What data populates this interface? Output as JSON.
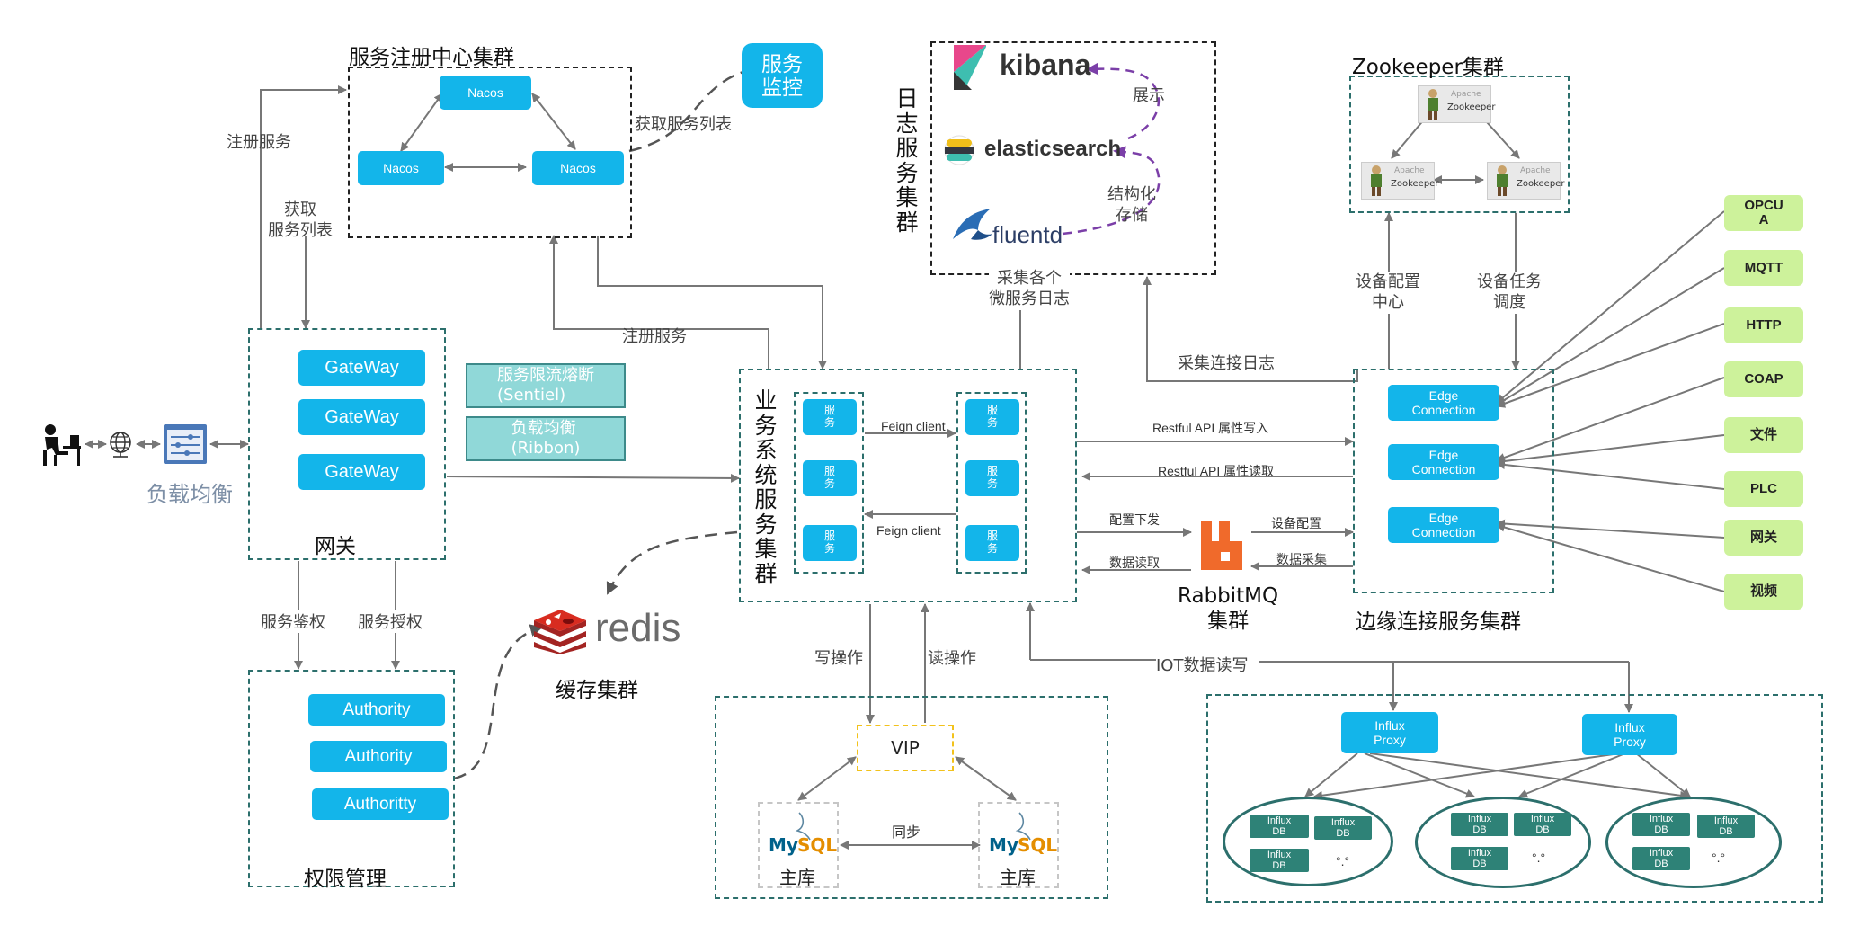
{
  "registry": {
    "title": "服务注册中心集群",
    "nodes": [
      "Nacos",
      "Nacos",
      "Nacos"
    ]
  },
  "monitor": {
    "label": "服务\n监控"
  },
  "log_cluster": {
    "title": "日志服务集群",
    "kibana": "kibana",
    "elasticsearch": "elasticsearch",
    "fluentd": "fluentd",
    "show_label": "展示",
    "store_label": "结构化\n存储"
  },
  "zookeeper": {
    "title": "Zookeeper集群",
    "node_label_top": "Apache",
    "node_label": "Zookeeper"
  },
  "gateway": {
    "title": "网关",
    "nodes": [
      "GateWay",
      "GateWay",
      "GateWay"
    ]
  },
  "lb": {
    "label": "负载均衡"
  },
  "policies": {
    "sentinel": "服务限流熔断\n(Sentiel)",
    "ribbon": "负载均衡\n(Ribbon)"
  },
  "business": {
    "title": "业务系统服务集群",
    "service_label": "服\n务",
    "feign1": "Feign client",
    "feign2": "Feign client"
  },
  "authority": {
    "title": "权限管理",
    "nodes": [
      "Authority",
      "Authority",
      "Authoritty"
    ]
  },
  "redis": {
    "logo": "redis",
    "label": "缓存集群"
  },
  "rabbitmq": {
    "title": "RabbitMQ\n集群"
  },
  "edge": {
    "title": "边缘连接服务集群",
    "nodes": [
      "Edge\nConnection",
      "Edge\nConnection",
      "Edge\nConnection"
    ]
  },
  "protocols": [
    "OPCU\nA",
    "MQTT",
    "HTTP",
    "COAP",
    "文件",
    "PLC",
    "网关",
    "视频"
  ],
  "mysql": {
    "vip": "VIP",
    "logo_my": "My",
    "logo_sql": "SQL",
    "master1": "主库",
    "master2": "主库",
    "sync": "同步"
  },
  "influx": {
    "proxy": "Influx\nProxy",
    "db": "Influx\nDB",
    "dots": "°.°"
  },
  "edge_labels": {
    "register_left": "注册服务",
    "get_list_left": "获取\n服务列表",
    "get_list_top": "获取服务列表",
    "register_mid": "注册服务",
    "collect_micro": "采集各个\n微服务日志",
    "collect_conn": "采集连接日志",
    "device_config_center": "设备配置\n中心",
    "device_task": "设备任务\n调度",
    "restful_write": "Restful API 属性写入",
    "restful_read": "Restful API 属性读取",
    "config_push": "配置下发",
    "data_read": "数据读取",
    "device_config": "设备配置",
    "data_collect": "数据采集",
    "auth_check": "服务鉴权",
    "auth_grant": "服务授权",
    "write_op": "写操作",
    "read_op": "读操作",
    "iot": "IOT数据读写"
  },
  "colors": {
    "accent": "#13b5ea",
    "teal": "#2c6f6c",
    "green": "#cdf29b",
    "arrow": "#8a8a8a",
    "purple": "#7b3fa8",
    "vip": "#f2c21b",
    "rabbit": "#f06a2b"
  }
}
